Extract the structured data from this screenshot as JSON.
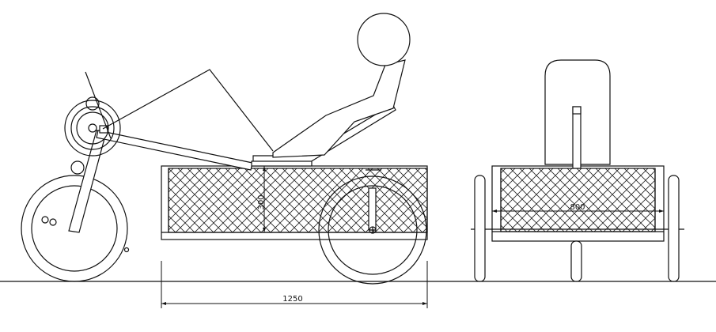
{
  "dimensions": {
    "length": "1250",
    "height": "300",
    "width": "800"
  }
}
